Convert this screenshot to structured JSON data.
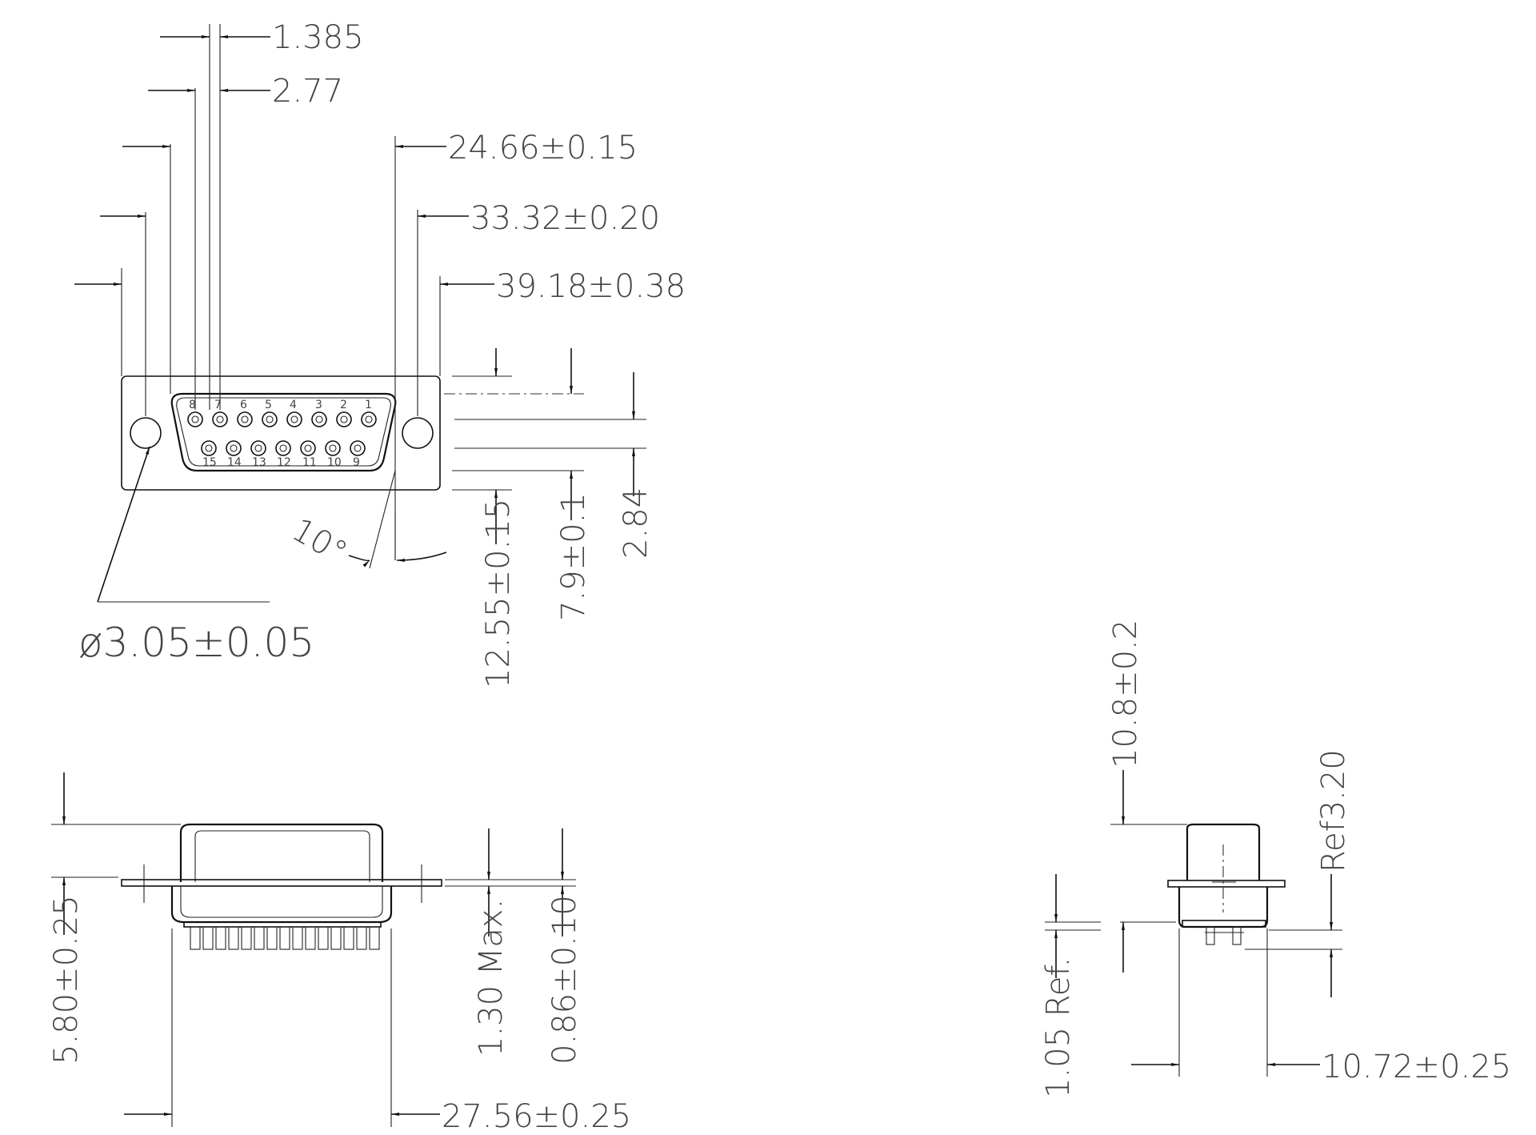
{
  "drawing": {
    "front_view": {
      "dims": {
        "d1": "1.385",
        "d2": "2.77",
        "d3": "24.66±0.15",
        "d4": "33.32±0.20",
        "d5": "39.18±0.38",
        "hole": "ø3.05±0.05",
        "v1": "12.55±0.15",
        "v2": "7.9±0.1",
        "v3": "2.84",
        "angle": "10°"
      },
      "pins_top": [
        "8",
        "7",
        "6",
        "5",
        "4",
        "3",
        "2",
        "1"
      ],
      "pins_bottom": [
        "15",
        "14",
        "13",
        "12",
        "11",
        "10",
        "9"
      ]
    },
    "bottom_view": {
      "dims": {
        "h1": "5.80±0.25",
        "h2": "1.30 Max.",
        "h3": "0.86±0.10",
        "w1": "27.56±0.25"
      }
    },
    "side_view": {
      "dims": {
        "s1": "10.8±0.2",
        "s2": "Ref3.20",
        "s3": "1.05 Ref.",
        "s4": "10.72±0.25"
      }
    }
  }
}
